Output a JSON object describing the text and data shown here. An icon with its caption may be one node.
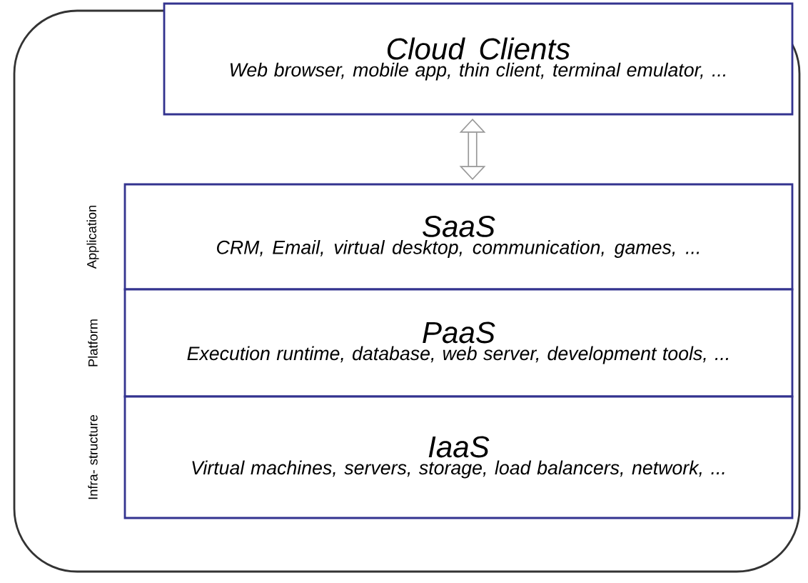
{
  "diagram": {
    "nodes": [
      {
        "text": [
          "Cloud Clients",
          "Web browser, mobile app, thin client, terminal emulator, ..."
        ]
      },
      {
        "text": [
          "SaaS",
          "CRM, Email, virtual desktop, communication, games, ..."
        ],
        "beside": [
          "Application"
        ]
      },
      {
        "text": [
          "PaaS",
          "Execution runtime, database, web server, development tools, ..."
        ],
        "beside": [
          "Platform"
        ]
      },
      {
        "text": [
          "IaaS",
          "Virtual machines, servers, storage, load balancers, network, ..."
        ],
        "beside": [
          "Infra- structure"
        ]
      }
    ],
    "edges": [
      {
        "from": 0,
        "to": 1,
        "arrow": "both"
      }
    ]
  }
}
